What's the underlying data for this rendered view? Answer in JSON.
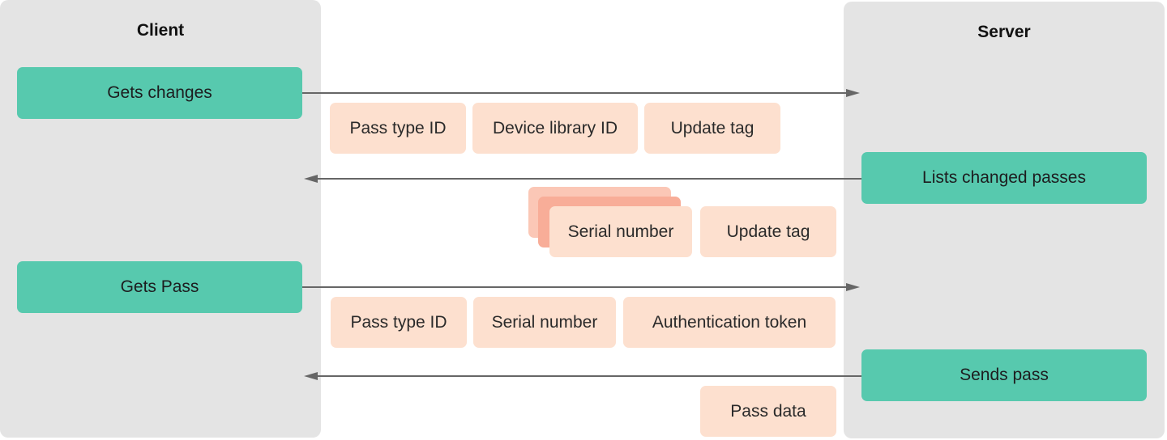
{
  "lanes": {
    "client": {
      "title": "Client"
    },
    "server": {
      "title": "Server"
    }
  },
  "actions": {
    "gets_changes": "Gets changes",
    "lists_changed_passes": "Lists changed passes",
    "gets_pass": "Gets Pass",
    "sends_pass": "Sends pass"
  },
  "params": {
    "gets_changes": [
      "Pass type ID",
      "Device library ID",
      "Update tag"
    ],
    "lists_changed_passes": [
      "Serial number",
      "Update tag"
    ],
    "gets_pass": [
      "Pass type ID",
      "Serial number",
      "Authentication token"
    ],
    "sends_pass": [
      "Pass data"
    ]
  },
  "colors": {
    "lane_bg": "#e4e4e4",
    "action_fill": "#57c9ae",
    "param_fill": "#fde0cf",
    "stack_back": "#fbc7b6",
    "stack_mid": "#f8ad98",
    "arrow": "#666666"
  }
}
